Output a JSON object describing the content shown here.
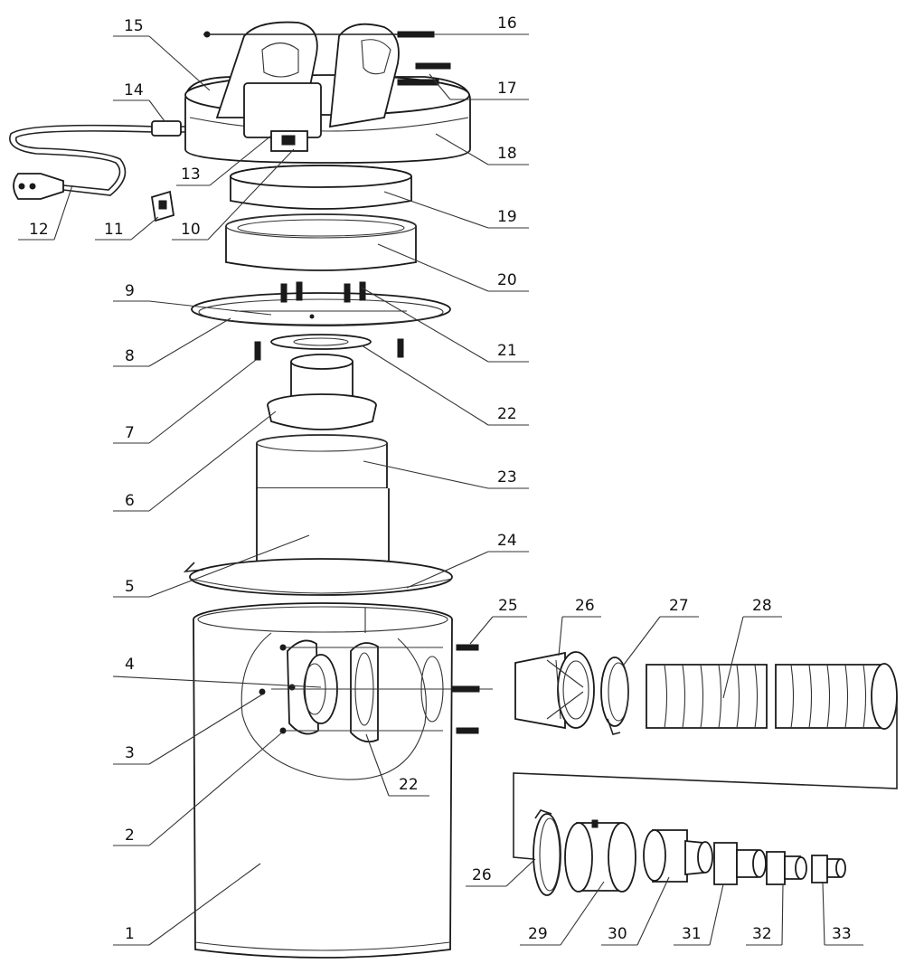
{
  "labels": {
    "l1": "1",
    "l2": "2",
    "l3": "3",
    "l4": "4",
    "l5": "5",
    "l6": "6",
    "l7": "7",
    "l8": "8",
    "l9": "9",
    "l10": "10",
    "l11": "11",
    "l12": "12",
    "l13": "13",
    "l14": "14",
    "l15": "15",
    "l16": "16",
    "l17": "17",
    "l18": "18",
    "l19": "19",
    "l20": "20",
    "l21": "21",
    "l22a": "22",
    "l22b": "22",
    "l23": "23",
    "l24": "24",
    "l25": "25",
    "l26a": "26",
    "l26b": "26",
    "l27": "27",
    "l28": "28",
    "l29": "29",
    "l30": "30",
    "l31": "31",
    "l32": "32",
    "l33": "33"
  }
}
